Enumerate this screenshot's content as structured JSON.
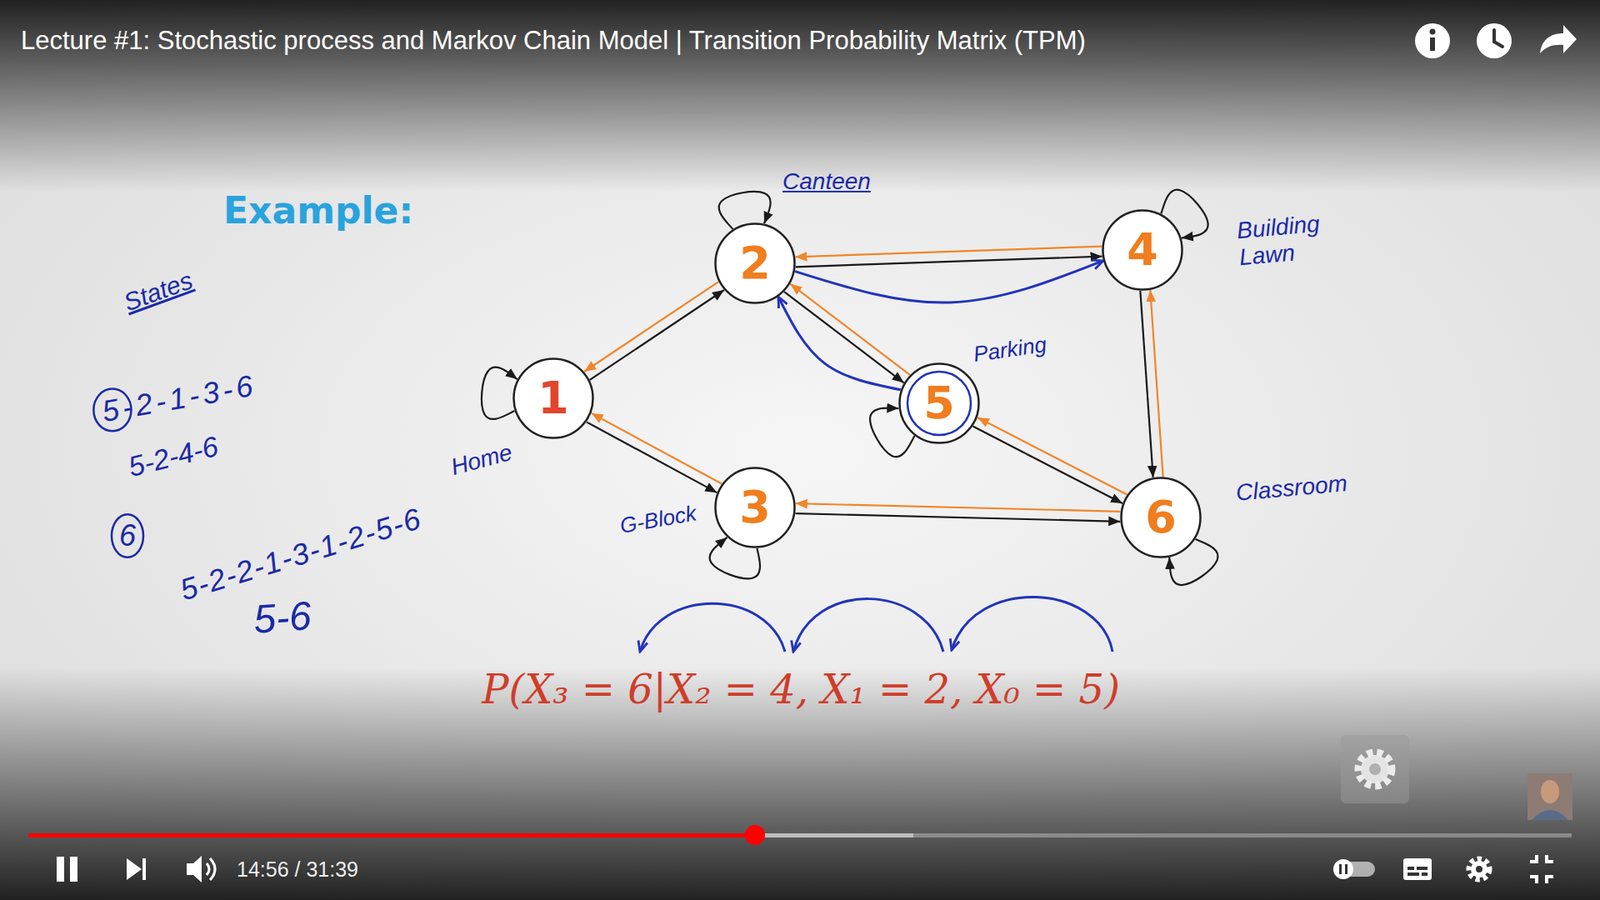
{
  "diagram": {
    "title": "Lecture #1: Stochastic process and Markov Chain Model | Transition Probability Matrix (TPM)",
    "nodes": [
      {
        "text": [
          "1"
        ]
      },
      {
        "text": [
          "2"
        ]
      },
      {
        "text": [
          "3"
        ]
      },
      {
        "text": [
          "4"
        ]
      },
      {
        "text": [
          "5"
        ]
      },
      {
        "text": [
          "6"
        ]
      }
    ],
    "edges": [
      {
        "from": 0,
        "to": 1,
        "arrow": "to"
      },
      {
        "from": 1,
        "to": 0,
        "arrow": "to"
      },
      {
        "from": 0,
        "to": 2,
        "arrow": "to"
      },
      {
        "from": 2,
        "to": 0,
        "arrow": "to"
      },
      {
        "from": 0,
        "to": 0,
        "arrow": "to"
      },
      {
        "from": 1,
        "to": 1,
        "arrow": "to"
      },
      {
        "from": 1,
        "to": 3,
        "arrow": "to"
      },
      {
        "from": 3,
        "to": 1,
        "arrow": "to"
      },
      {
        "from": 1,
        "to": 4,
        "arrow": "to"
      },
      {
        "from": 4,
        "to": 1,
        "arrow": "to"
      },
      {
        "from": 1,
        "to": 3,
        "arrow": "to"
      },
      {
        "from": 4,
        "to": 1,
        "arrow": "to"
      },
      {
        "from": 2,
        "to": 2,
        "arrow": "to"
      },
      {
        "from": 2,
        "to": 5,
        "arrow": "to"
      },
      {
        "from": 5,
        "to": 2,
        "arrow": "to"
      },
      {
        "from": 3,
        "to": 3,
        "arrow": "to"
      },
      {
        "from": 3,
        "to": 5,
        "arrow": "to"
      },
      {
        "from": 5,
        "to": 3,
        "arrow": "to"
      },
      {
        "from": 4,
        "to": 4,
        "arrow": "to"
      },
      {
        "from": 4,
        "to": 5,
        "arrow": "to"
      },
      {
        "from": 5,
        "to": 4,
        "arrow": "to"
      },
      {
        "from": 5,
        "to": 5,
        "arrow": "to"
      }
    ],
    "labels": [
      "Example:",
      "States",
      "5-2-1-3-6",
      "5-2-4-6",
      "6",
      "5-2-2-1-3-1-2-5-6",
      "5-6",
      "Home",
      "Canteen",
      "Building Lawn",
      "Parking",
      "Classroom",
      "G-Block",
      "P(X₃ = 6|X₂ = 4, X₁ = 2, X₀ = 5)",
      "14:56 / 31:39"
    ]
  }
}
